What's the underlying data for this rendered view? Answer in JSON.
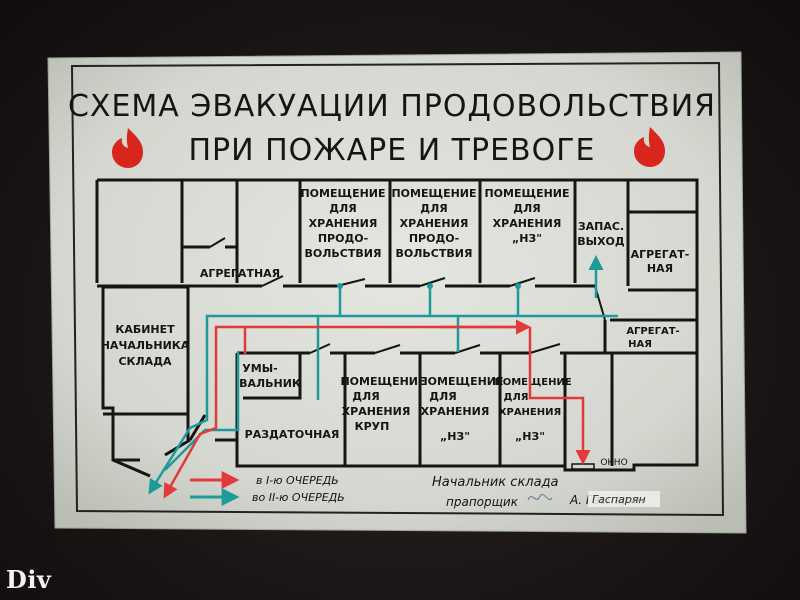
{
  "title_lines": [
    "СХЕМА ЭВАКУАЦИИ ПРОДОВОЛЬСТВИЯ",
    "ПРИ ПОЖАРЕ И ТРЕВОГЕ"
  ],
  "rooms": {
    "agregatnaya_top_left": "АГРЕГАТНАЯ",
    "storage_1": [
      "ПОМЕЩЕНИЕ",
      "ДЛЯ",
      "ХРАНЕНИЯ",
      "ПРОДО-",
      "ВОЛЬСТВИЯ"
    ],
    "storage_2": [
      "ПОМЕЩЕНИЕ",
      "ДЛЯ",
      "ХРАНЕНИЯ",
      "ПРОДО-",
      "ВОЛЬСТВИЯ"
    ],
    "storage_nz_top": [
      "ПОМЕЩЕНИЕ",
      "ДЛЯ",
      "ХРАНЕНИЯ",
      "„НЗ\""
    ],
    "spare_exit": [
      "ЗАПАС.",
      "ВЫХОД"
    ],
    "agregatnaya_right_top": [
      "АГРЕГАТ-",
      "НАЯ"
    ],
    "agregatnaya_right_mid": [
      "АГРЕГАТ-",
      "НАЯ"
    ],
    "office": [
      "КАБИНЕТ",
      "НАЧАЛЬНИКА",
      "СКЛАДА"
    ],
    "washroom": [
      "УМЫ-",
      "ВАЛЬНИК"
    ],
    "distribution": "РАЗДАТОЧНАЯ",
    "storage_grain": [
      "ПОМЕЩЕНИЕ",
      "ДЛЯ",
      "ХРАНЕНИЯ",
      "КРУП"
    ],
    "storage_nz_1": [
      "ПОМЕЩЕНИЕ",
      "ДЛЯ",
      "ХРАНЕНИЯ",
      "„НЗ\""
    ],
    "storage_nz_2": [
      "ПОМЕЩЕНИЕ",
      "ДЛЯ",
      "ХРАНЕНИЯ",
      "„НЗ\""
    ],
    "window": "ОКНО"
  },
  "legend": {
    "first": "в I-ю ОЧЕРЕДЬ",
    "second": "во II-ю ОЧЕРЕДЬ",
    "first_color": "#e23a3a",
    "second_color": "#1f9a9a"
  },
  "signature": {
    "position": "Начальник склада",
    "rank": "прапорщик",
    "name": "А. Гаспарян"
  },
  "colors": {
    "paper": "#d9dcd5",
    "ink": "#151515",
    "fire": "#d8261d",
    "route_red": "#e23a3a",
    "route_teal": "#1f9a9a"
  },
  "watermark": "Div"
}
